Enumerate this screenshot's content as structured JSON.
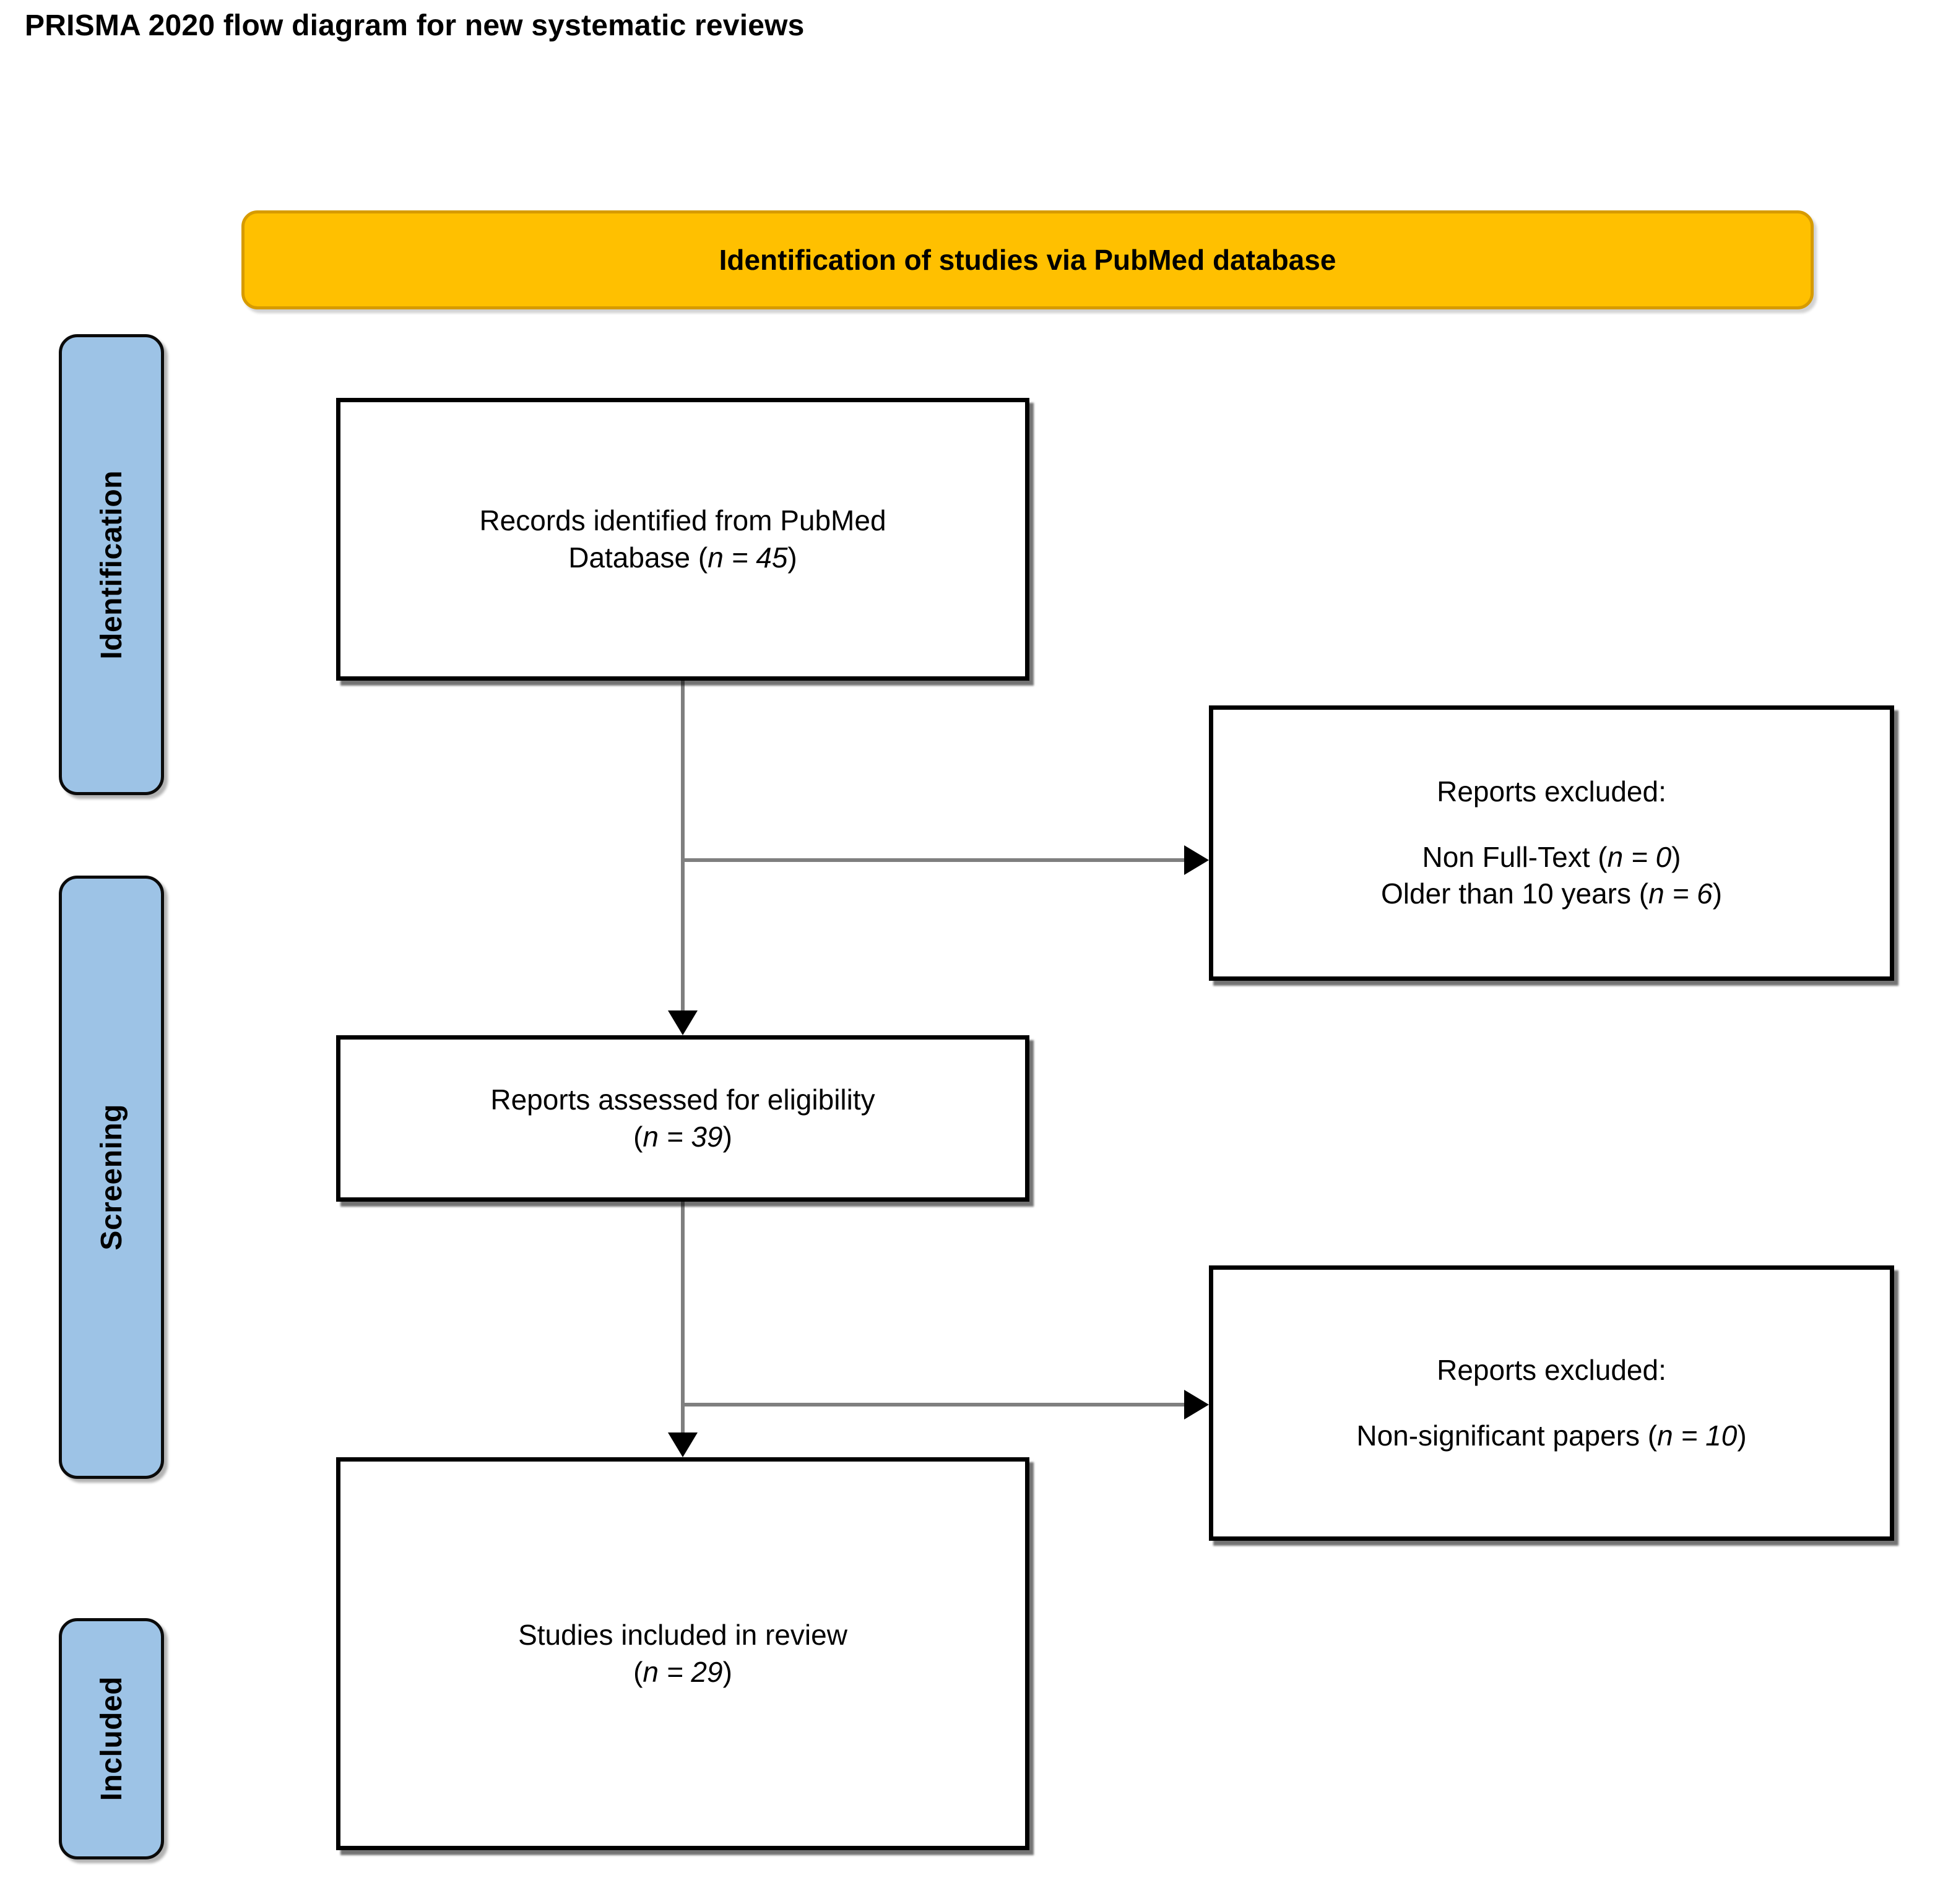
{
  "page": {
    "title": "PRISMA 2020 flow diagram for new systematic reviews"
  },
  "colors": {
    "banner_fill": "#FFC000",
    "banner_border": "#D79B00",
    "phase_fill": "#9DC3E6",
    "phase_border": "#0B0B0B",
    "box_border": "#000000",
    "connector": "#7F7F7F",
    "arrowhead": "#000000",
    "text": "#000000",
    "background": "#FFFFFF"
  },
  "banner": {
    "label": "Identification of studies via PubMed database"
  },
  "phases": [
    {
      "id": "identification",
      "label": "Identification"
    },
    {
      "id": "screening",
      "label": "Screening"
    },
    {
      "id": "included",
      "label": "Included"
    }
  ],
  "boxes": {
    "records_identified": {
      "line1": "Records identified from PubMed",
      "line2_prefix": "Database (",
      "line2_italic": "n = 45",
      "line2_suffix": ")"
    },
    "reports_assessed": {
      "line1": "Reports assessed for eligibility",
      "line2_prefix": "(",
      "line2_italic": "n = 39",
      "line2_suffix": ")"
    },
    "studies_included": {
      "line1": "Studies included in review",
      "line2_prefix": "(",
      "line2_italic": "n = 29",
      "line2_suffix": ")"
    },
    "excluded_screening": {
      "heading": "Reports excluded:",
      "item1_prefix": "Non Full-Text (",
      "item1_italic": "n = 0",
      "item1_suffix": ")",
      "item2_prefix": "Older than 10 years (",
      "item2_italic": "n = 6",
      "item2_suffix": ")"
    },
    "excluded_eligibility": {
      "heading": "Reports excluded:",
      "item1_prefix": "Non-significant papers (",
      "item1_italic": "n = 10",
      "item1_suffix": ")"
    }
  },
  "chart_data": {
    "type": "diagram",
    "title": "PRISMA 2020 flow diagram for new systematic reviews",
    "source_banner": "Identification of studies via PubMed database",
    "phases": [
      "Identification",
      "Screening",
      "Included"
    ],
    "nodes": [
      {
        "id": "records_identified",
        "phase": "Identification",
        "label": "Records identified from PubMed Database",
        "n": 45
      },
      {
        "id": "excluded_screening",
        "phase": "Screening",
        "label": "Reports excluded: Non Full-Text; Older than 10 years",
        "n": 6,
        "reasons": [
          {
            "reason": "Non Full-Text",
            "n": 0
          },
          {
            "reason": "Older than 10 years",
            "n": 6
          }
        ]
      },
      {
        "id": "reports_assessed",
        "phase": "Screening",
        "label": "Reports assessed for eligibility",
        "n": 39
      },
      {
        "id": "excluded_eligibility",
        "phase": "Screening",
        "label": "Reports excluded: Non-significant papers",
        "n": 10,
        "reasons": [
          {
            "reason": "Non-significant papers",
            "n": 10
          }
        ]
      },
      {
        "id": "studies_included",
        "phase": "Included",
        "label": "Studies included in review",
        "n": 29
      }
    ],
    "edges": [
      {
        "from": "records_identified",
        "to": "excluded_screening",
        "direction": "right"
      },
      {
        "from": "records_identified",
        "to": "reports_assessed",
        "direction": "down"
      },
      {
        "from": "reports_assessed",
        "to": "excluded_eligibility",
        "direction": "right"
      },
      {
        "from": "reports_assessed",
        "to": "studies_included",
        "direction": "down"
      }
    ]
  }
}
